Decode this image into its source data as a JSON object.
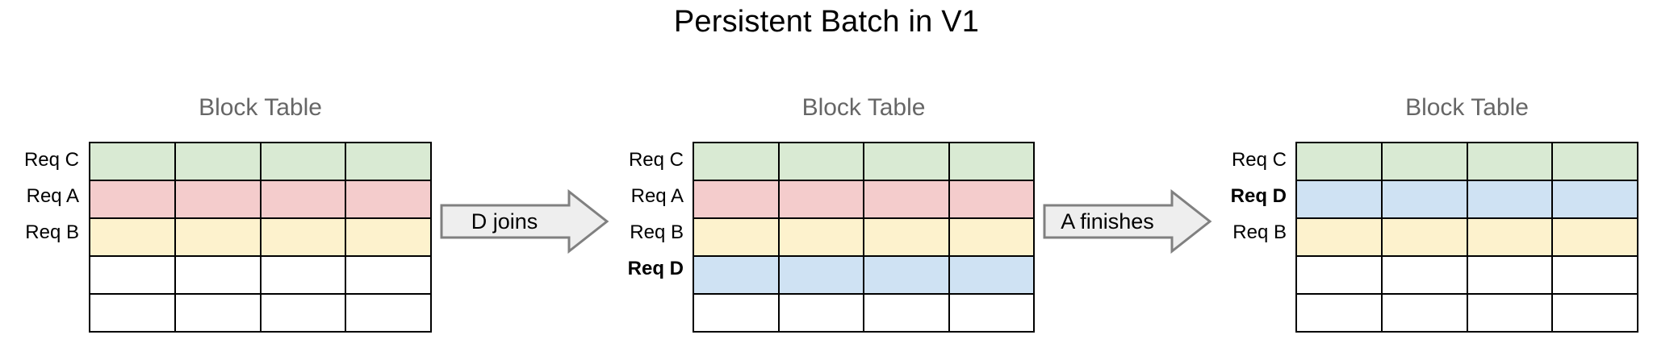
{
  "title": "Persistent Batch in V1",
  "colors": {
    "green": "#d9ead3",
    "pink": "#f4cccc",
    "yellow": "#fdf2cd",
    "blue": "#cfe2f3",
    "empty": "#ffffff",
    "border": "#000000",
    "heading": "#666666",
    "arrow_fill": "#eeeeee",
    "arrow_stroke": "#808080"
  },
  "panels": [
    {
      "heading": "Block Table",
      "columns": 4,
      "rows": [
        {
          "label": "Req C",
          "bold": false,
          "color": "#d9ead3"
        },
        {
          "label": "Req A",
          "bold": false,
          "color": "#f4cccc"
        },
        {
          "label": "Req B",
          "bold": false,
          "color": "#fdf2cd"
        },
        {
          "label": "",
          "bold": false,
          "color": "#ffffff"
        },
        {
          "label": "",
          "bold": false,
          "color": "#ffffff"
        }
      ]
    },
    {
      "heading": "Block Table",
      "columns": 4,
      "rows": [
        {
          "label": "Req C",
          "bold": false,
          "color": "#d9ead3"
        },
        {
          "label": "Req A",
          "bold": false,
          "color": "#f4cccc"
        },
        {
          "label": "Req B",
          "bold": false,
          "color": "#fdf2cd"
        },
        {
          "label": "Req D",
          "bold": true,
          "color": "#cfe2f3"
        },
        {
          "label": "",
          "bold": false,
          "color": "#ffffff"
        }
      ]
    },
    {
      "heading": "Block Table",
      "columns": 4,
      "rows": [
        {
          "label": "Req C",
          "bold": false,
          "color": "#d9ead3"
        },
        {
          "label": "Req D",
          "bold": true,
          "color": "#cfe2f3"
        },
        {
          "label": "Req B",
          "bold": false,
          "color": "#fdf2cd"
        },
        {
          "label": "",
          "bold": false,
          "color": "#ffffff"
        },
        {
          "label": "",
          "bold": false,
          "color": "#ffffff"
        }
      ]
    }
  ],
  "arrows": [
    {
      "label": "D joins"
    },
    {
      "label": "A finishes"
    }
  ]
}
